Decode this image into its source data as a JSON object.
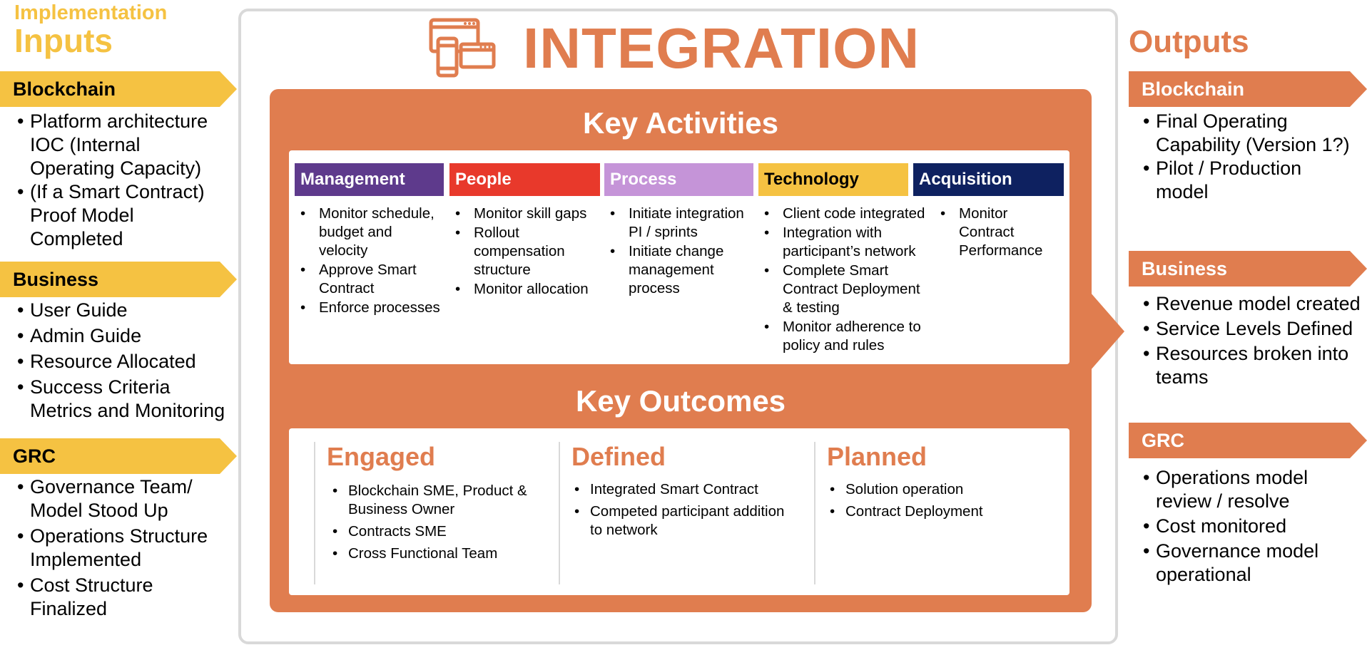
{
  "left": {
    "pre_title": "Implementation",
    "title": "Inputs",
    "sections": [
      {
        "label": "Blockchain",
        "items": [
          "Platform architecture IOC (Internal Operating Capacity)",
          "(If a Smart Contract) Proof Model Completed"
        ]
      },
      {
        "label": "Business",
        "items": [
          "User Guide",
          "Admin Guide",
          "Resource Allocated",
          "Success Criteria Metrics and Monitoring"
        ]
      },
      {
        "label": "GRC",
        "items": [
          "Governance Team/ Model Stood Up",
          "Operations Structure Implemented",
          "Cost Structure Finalized"
        ]
      }
    ]
  },
  "center": {
    "title": "INTEGRATION",
    "title_icon": "devices-icon",
    "key_activities": {
      "heading": "Key Activities",
      "columns": [
        {
          "label": "Management",
          "color": "#5E3A8C",
          "items": [
            "Monitor schedule, budget and velocity",
            "Approve Smart Contract",
            "Enforce processes"
          ]
        },
        {
          "label": "People",
          "color": "#E8392B",
          "items": [
            "Monitor skill gaps",
            "Rollout compensation structure",
            "Monitor allocation"
          ]
        },
        {
          "label": "Process",
          "color": "#C594D8",
          "items": [
            "Initiate integration PI / sprints",
            "Initiate change management process"
          ]
        },
        {
          "label": "Technology",
          "color": "#F5C242",
          "items": [
            "Client code integrated",
            "Integration with participant’s network",
            "Complete Smart Contract Deployment & testing",
            "Monitor adherence to policy and rules"
          ]
        },
        {
          "label": "Acquisition",
          "color": "#0E2160",
          "items": [
            "Monitor Contract Performance"
          ]
        }
      ]
    },
    "key_outcomes": {
      "heading": "Key Outcomes",
      "columns": [
        {
          "label": "Engaged",
          "items": [
            "Blockchain SME, Product & Business Owner",
            "Contracts SME",
            "Cross Functional Team"
          ]
        },
        {
          "label": "Defined",
          "items": [
            "Integrated Smart Contract",
            "Competed participant addition to network"
          ]
        },
        {
          "label": "Planned",
          "items": [
            "Solution operation",
            "Contract Deployment"
          ]
        }
      ]
    }
  },
  "right": {
    "title": "Outputs",
    "sections": [
      {
        "label": "Blockchain",
        "items": [
          "Final Operating Capability (Version 1?)",
          "Pilot / Production model"
        ]
      },
      {
        "label": "Business",
        "items": [
          "Revenue model created",
          "Service Levels Defined",
          "Resources broken into teams"
        ]
      },
      {
        "label": "GRC",
        "items": [
          "Operations model review / resolve",
          "Cost monitored",
          "Governance model operational"
        ]
      }
    ]
  },
  "colors": {
    "orange": "#E07D4F",
    "yellow": "#F5C242",
    "gray_border": "#D9D9D9"
  }
}
